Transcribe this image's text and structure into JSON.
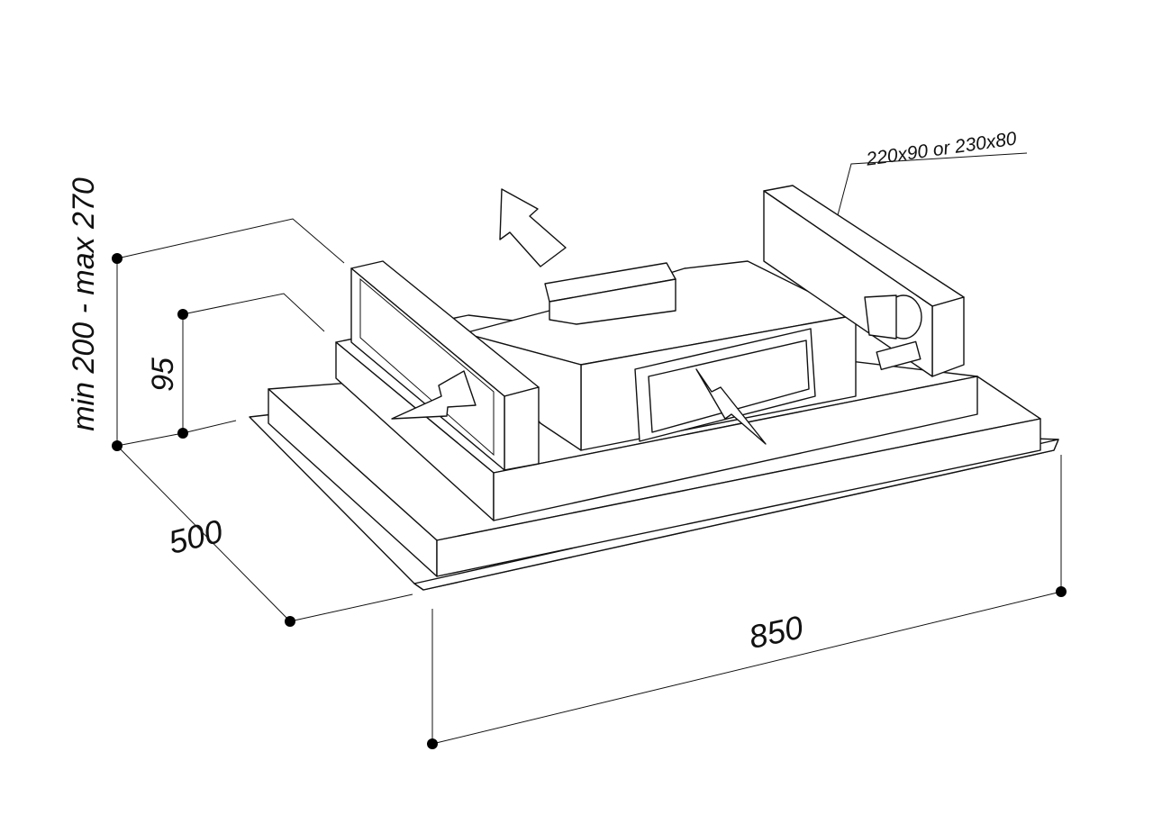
{
  "drawing": {
    "title": "Ceiling hood dimension drawing",
    "dimensions": {
      "height_range": "min 200 - max 270",
      "body_height": "95",
      "depth": "500",
      "width": "850",
      "outlet_size": "220x90 or 230x80"
    },
    "colors": {
      "line": "#111111",
      "background": "#ffffff"
    }
  }
}
